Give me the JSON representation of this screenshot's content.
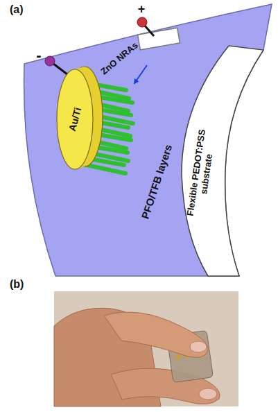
{
  "diagram": {
    "nodes": [
      {
        "text": [
          "PFO/TFB layers",
          "Flexible PEDOT:PSS substrate"
        ]
      },
      {
        "text": [
          "Au/Ti"
        ],
        "in": 0
      }
    ],
    "labels": [
      "(a)",
      "+",
      "-",
      "ZnO NRAs",
      "(b)"
    ]
  }
}
